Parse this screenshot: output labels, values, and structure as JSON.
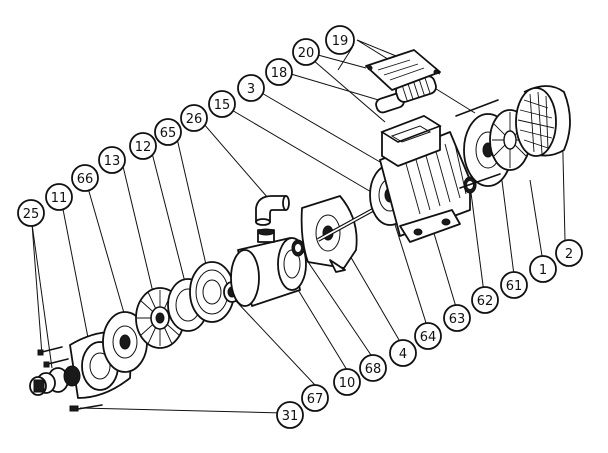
{
  "diagram": {
    "callouts": [
      {
        "id": "c19",
        "label": "19"
      },
      {
        "id": "c20",
        "label": "20"
      },
      {
        "id": "c18",
        "label": "18"
      },
      {
        "id": "c3",
        "label": "3"
      },
      {
        "id": "c15",
        "label": "15"
      },
      {
        "id": "c26",
        "label": "26"
      },
      {
        "id": "c65",
        "label": "65"
      },
      {
        "id": "c12",
        "label": "12"
      },
      {
        "id": "c13",
        "label": "13"
      },
      {
        "id": "c66",
        "label": "66"
      },
      {
        "id": "c11",
        "label": "11"
      },
      {
        "id": "c25",
        "label": "25"
      },
      {
        "id": "c2",
        "label": "2"
      },
      {
        "id": "c1",
        "label": "1"
      },
      {
        "id": "c61",
        "label": "61"
      },
      {
        "id": "c62",
        "label": "62"
      },
      {
        "id": "c63",
        "label": "63"
      },
      {
        "id": "c64",
        "label": "64"
      },
      {
        "id": "c4",
        "label": "4"
      },
      {
        "id": "c68",
        "label": "68"
      },
      {
        "id": "c10",
        "label": "10"
      },
      {
        "id": "c67",
        "label": "67"
      },
      {
        "id": "c31",
        "label": "31"
      }
    ]
  }
}
